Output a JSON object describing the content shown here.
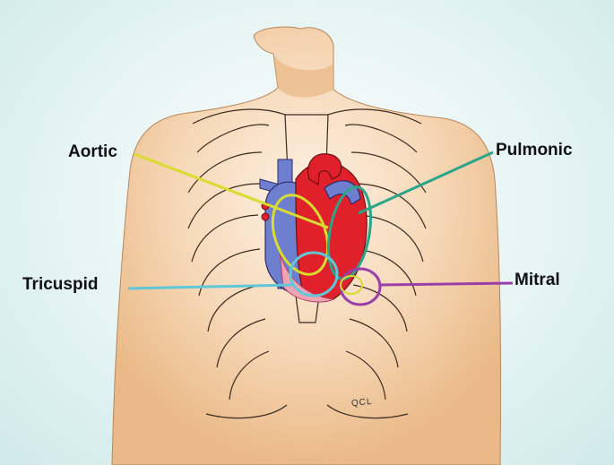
{
  "labels": {
    "aortic": "Aortic",
    "pulmonic": "Pulmonic",
    "tricuspid": "Tricuspid",
    "mitral": "Mitral"
  },
  "signature": "QCL",
  "colors": {
    "background": "#dff1f1",
    "skin": "#f2c9a0",
    "heart_red": "#e0202a",
    "vessel_blue": "#6f7fcf",
    "aortic": "#d8dc2e",
    "pulmonic": "#2aa58a",
    "tricuspid": "#5ec8d8",
    "mitral": "#9a3ea8"
  }
}
